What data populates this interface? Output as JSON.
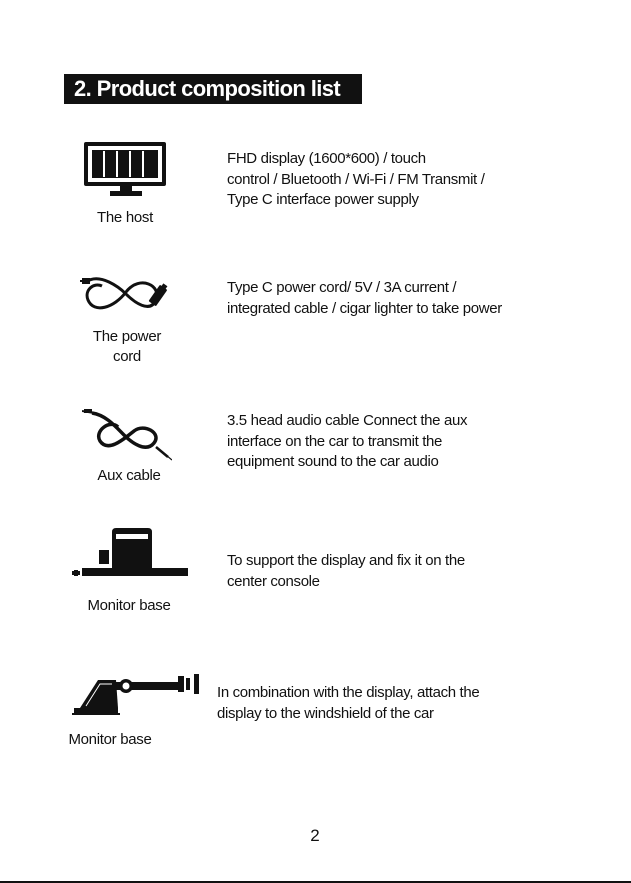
{
  "heading": "2. Product composition list",
  "items": [
    {
      "label": [
        "The host"
      ],
      "icon": "monitor-icon",
      "description": [
        "FHD display (1600*600) / touch",
        "control / Bluetooth / Wi-Fi / FM  Transmit /",
        "Type C interface power supply"
      ]
    },
    {
      "label": [
        "The power",
        "cord"
      ],
      "icon": "power-cord-icon",
      "description": [
        "Type C power cord/ 5V / 3A current /",
        "integrated cable / cigar lighter to take power"
      ]
    },
    {
      "label": [
        "Aux cable"
      ],
      "icon": "aux-cable-icon",
      "description": [
        "3.5 head audio cable Connect the aux",
        "interface on the car to transmit the",
        "equipment sound to the car audio"
      ]
    },
    {
      "label": [
        "Monitor base"
      ],
      "icon": "monitor-base-icon",
      "description": [
        "To support the display and fix it on the",
        "center console"
      ]
    },
    {
      "label": [
        "Monitor base"
      ],
      "icon": "windshield-mount-icon",
      "description": [
        "In combination with the display, attach the",
        "display to the windshield of the car"
      ]
    }
  ],
  "page_number": "2"
}
